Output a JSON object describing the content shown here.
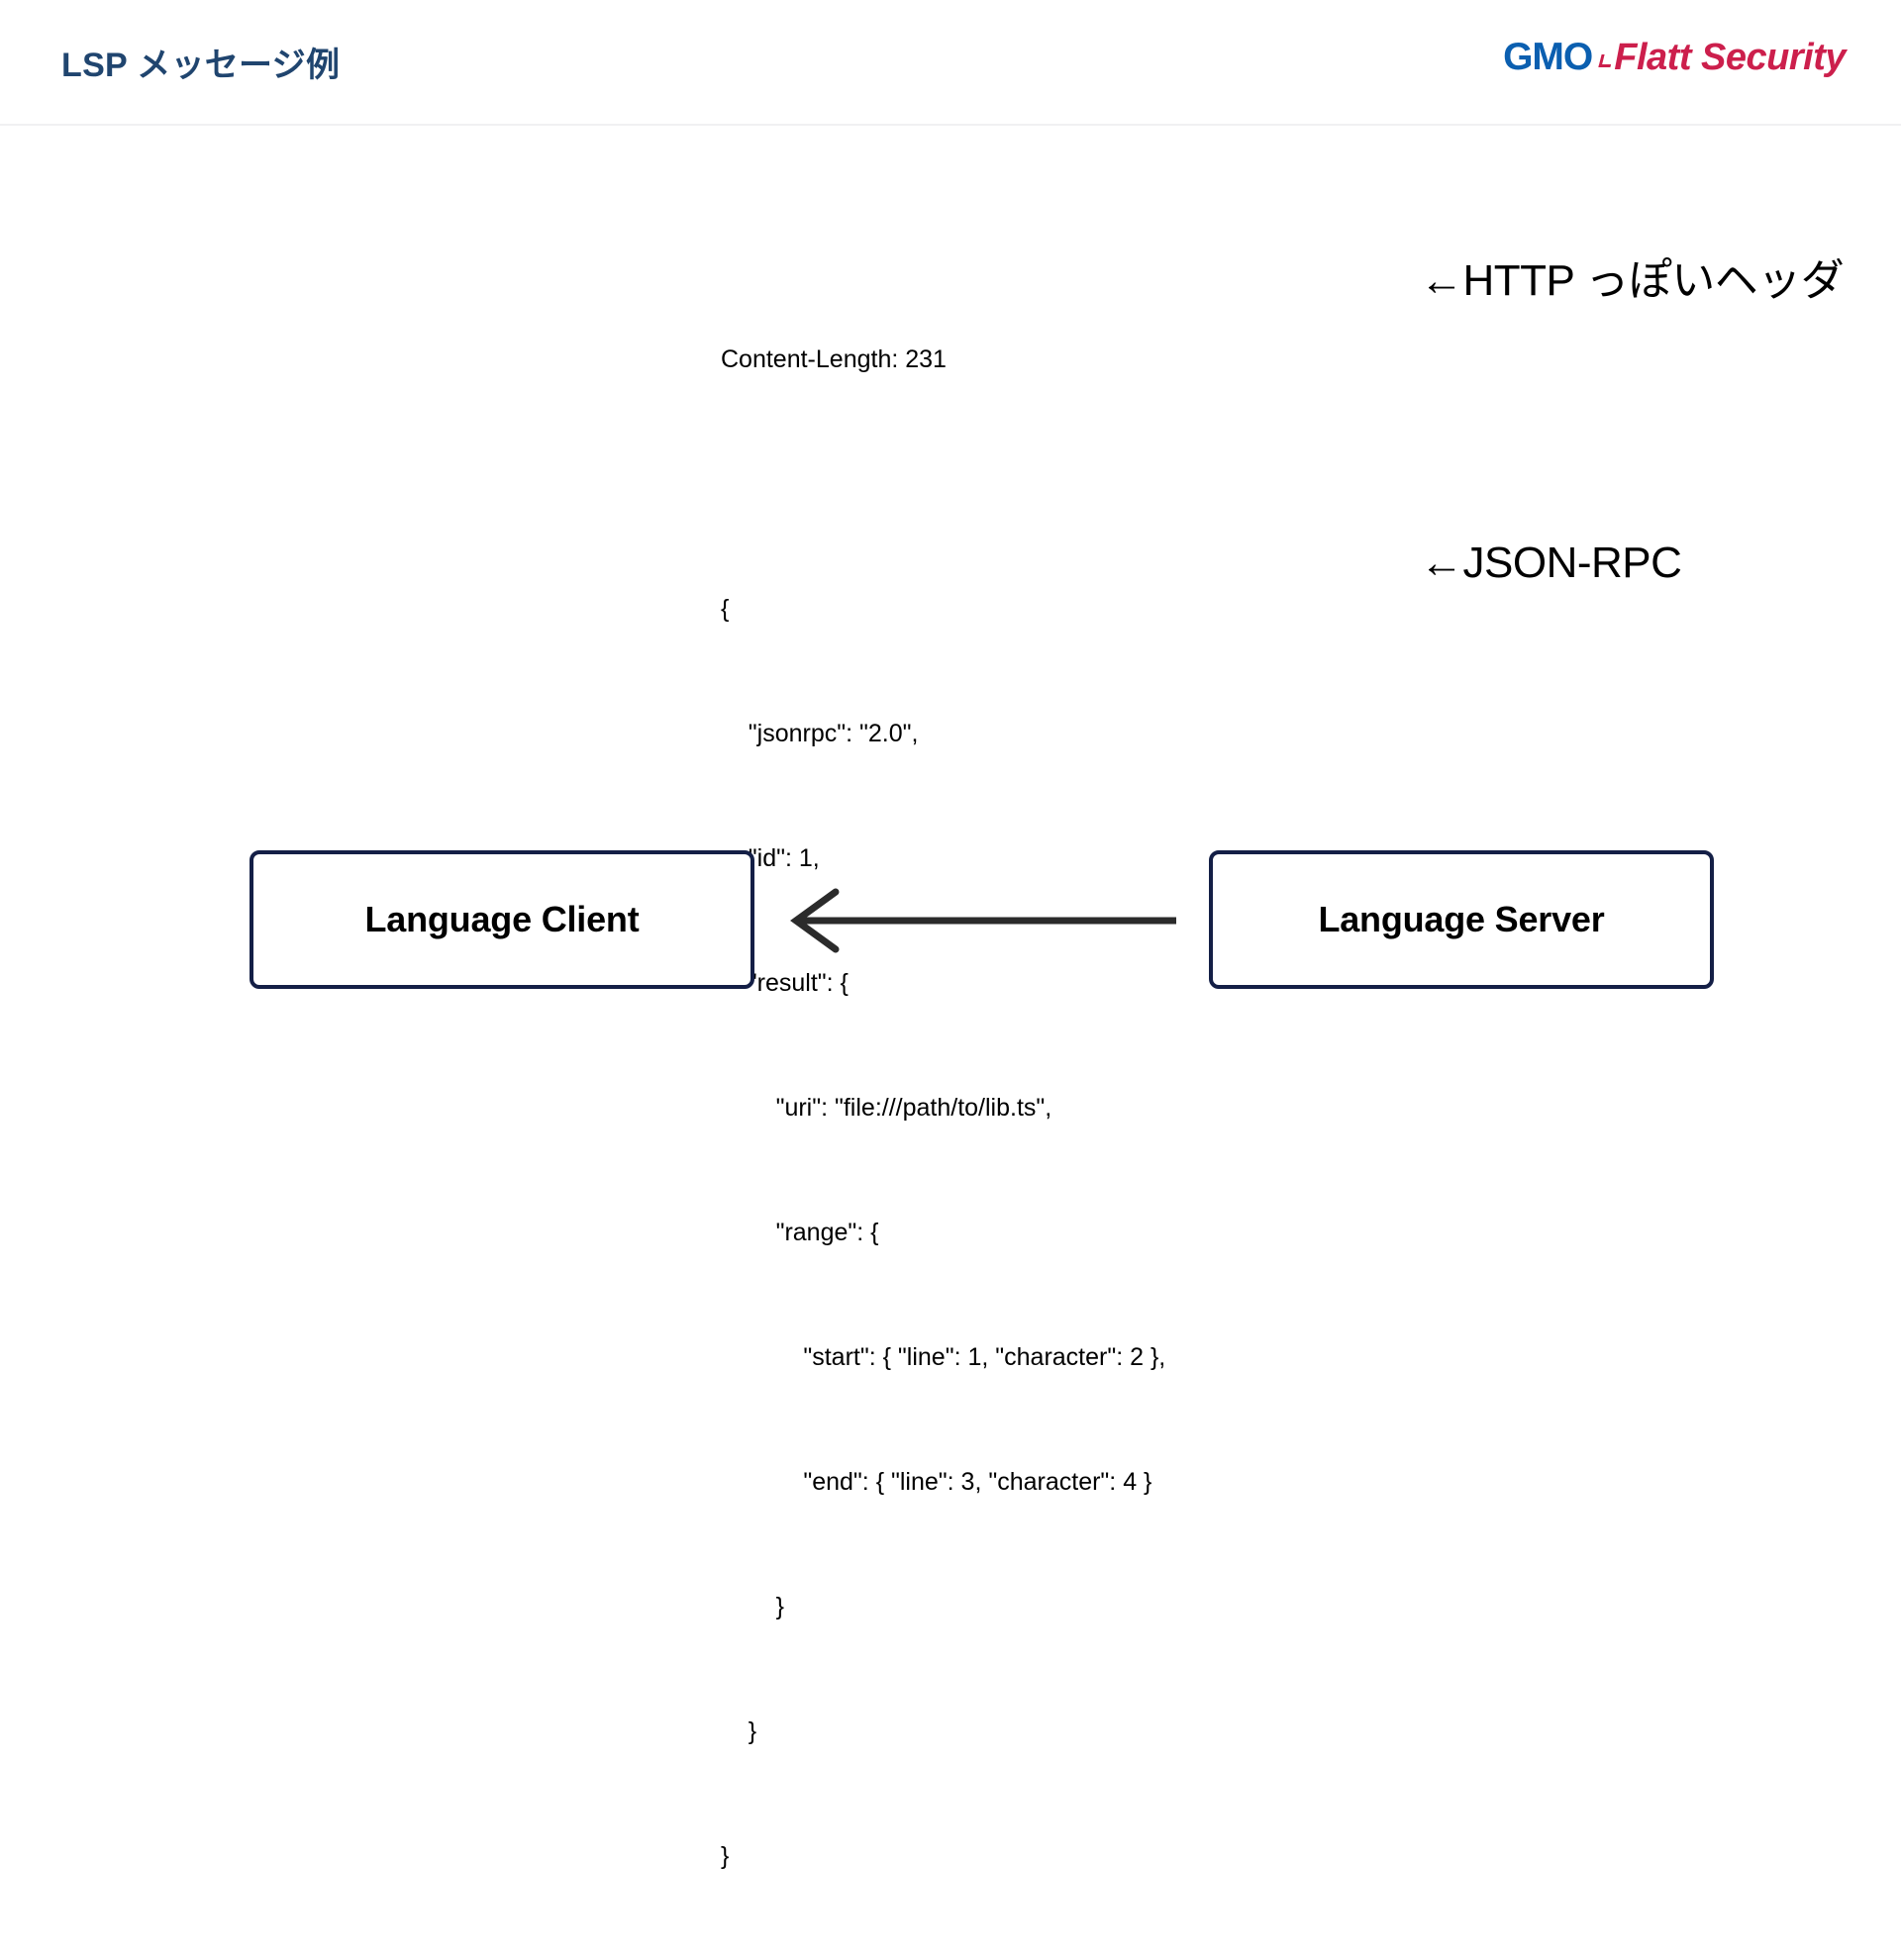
{
  "slide": {
    "title": "LSP メッセージ例",
    "title_color": "#20456f",
    "background": "#ffffff"
  },
  "logo": {
    "gmo_text": "GMO",
    "gmo_color": "#0b5fb0",
    "flatt_text": "Flatt Security",
    "flatt_color": "#cc1f4c",
    "check_icon": "check-mark-icon"
  },
  "message": {
    "lines": [
      "Content-Length: 231",
      "",
      "{",
      "    \"jsonrpc\": \"2.0\",",
      "    \"id\": 1,",
      "    \"result\": {",
      "        \"uri\": \"file:///path/to/lib.ts\",",
      "        \"range\": {",
      "            \"start\": { \"line\": 1, \"character\": 2 },",
      "            \"end\": { \"line\": 3, \"character\": 4 }",
      "        }",
      "    }",
      "}"
    ],
    "header_line": "Content-Length: 231",
    "content_length": "231",
    "jsonrpc_version": "2.0",
    "id": "1",
    "uri": "file:///path/to/lib.ts",
    "range_start": {
      "line": "1",
      "character": "2"
    },
    "range_end": {
      "line": "3",
      "character": "4"
    }
  },
  "annotations": [
    {
      "text": "←HTTP っぽいヘッダ",
      "target": "header"
    },
    {
      "text": "←JSON-RPC",
      "target": "body"
    }
  ],
  "diagram": {
    "client_label": "Language Client",
    "server_label": "Language Server",
    "box_border_color": "#141f46",
    "arrow_color": "#2b2b2b",
    "arrow_direction": "right-to-left",
    "arrow_icon": "left-arrow-icon"
  }
}
